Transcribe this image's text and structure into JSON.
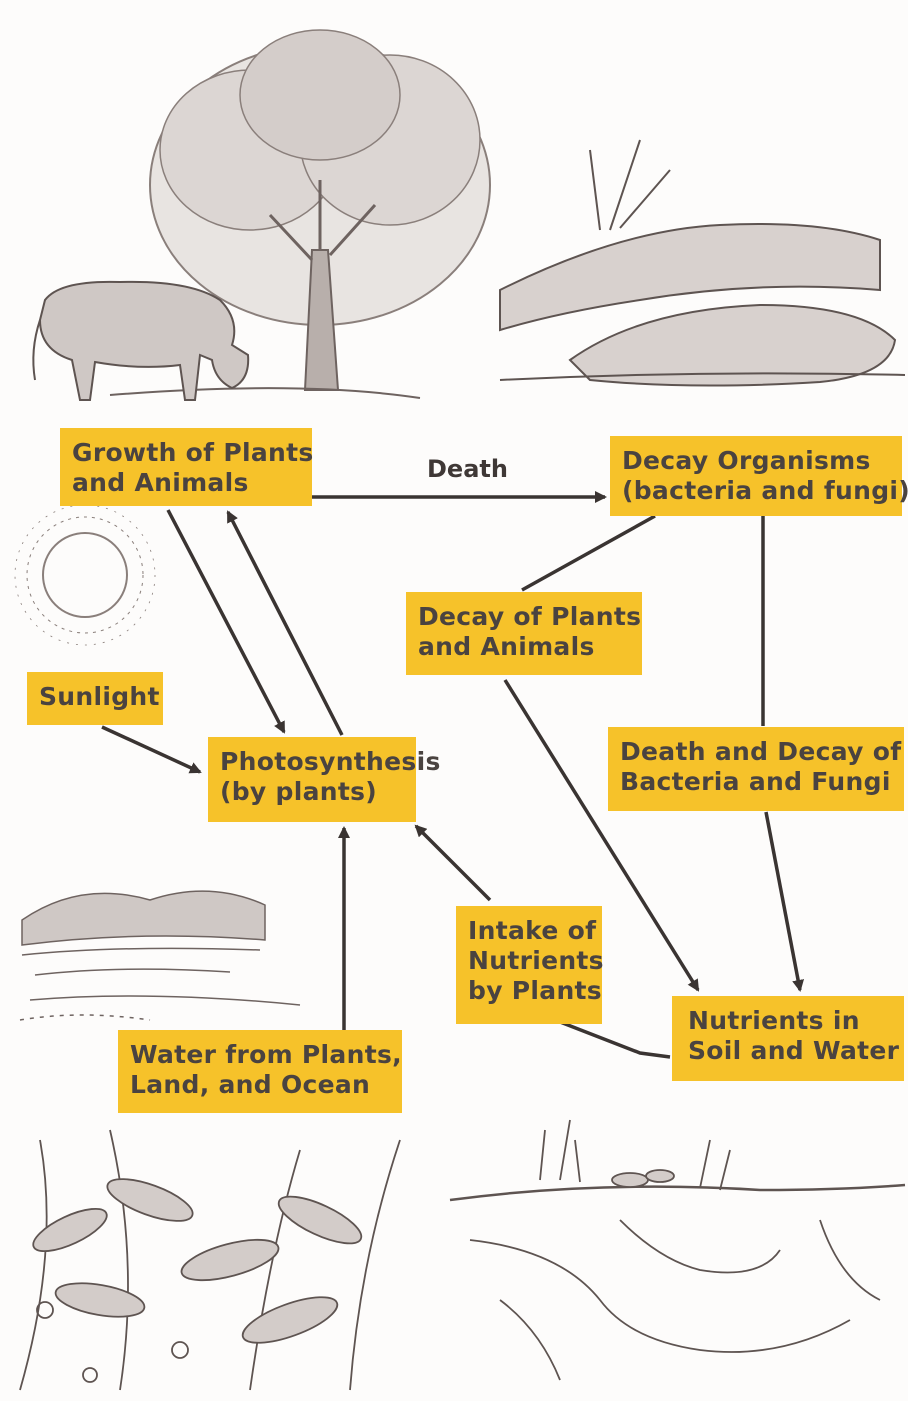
{
  "diagram": {
    "nodes": {
      "growth": "Growth of Plants\nand Animals",
      "decay_organisms": "Decay Organisms\n(bacteria and fungi)",
      "decay_plants": "Decay of Plants\nand Animals",
      "sunlight": "Sunlight",
      "photosynthesis": "Photosynthesis\n(by plants)",
      "death_decay_bacteria": "Death and Decay of\nBacteria and Fungi",
      "intake": "Intake of\nNutrients\nby Plants",
      "nutrients": "Nutrients in\nSoil and Water",
      "water": "Water from Plants,\nLand, and Ocean"
    },
    "edge_labels": {
      "death": "Death"
    },
    "colors": {
      "box": "#f6c22a",
      "text": "#4a4340",
      "arrow": "#3a3432",
      "sketch": "#6e6360"
    }
  }
}
